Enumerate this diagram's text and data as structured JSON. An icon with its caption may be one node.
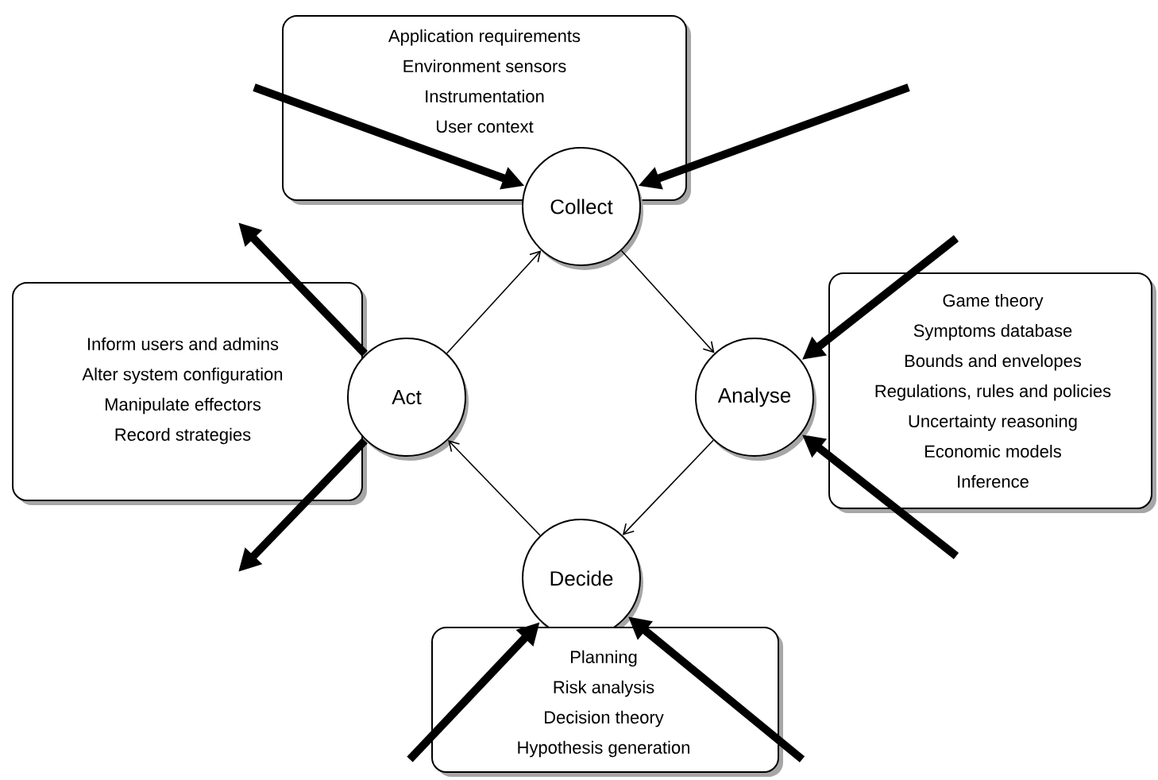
{
  "diagram": {
    "nodes": [
      {
        "text": [
          "Application requirements",
          "Environment sensors",
          "Instrumentation",
          "User context"
        ]
      },
      {
        "text": [
          "Collect"
        ]
      },
      {
        "text": [
          "Inform users and admins",
          "Alter system configuration",
          "Manipulate effectors",
          "Record strategies"
        ]
      },
      {
        "text": [
          "Act"
        ]
      },
      {
        "text": [
          "Analyse"
        ]
      },
      {
        "text": [
          "Game theory",
          "Symptoms database",
          "Bounds and envelopes",
          "Regulations, rules and policies",
          "Uncertainty reasoning",
          "Economic models",
          "Inference"
        ]
      },
      {
        "text": [
          "Decide"
        ]
      },
      {
        "text": [
          "Planning",
          "Risk analysis",
          "Decision theory",
          "Hypothesis generation"
        ]
      }
    ],
    "edges": [
      {
        "from": 1,
        "to": 4,
        "arrow": "to"
      },
      {
        "from": 4,
        "to": 6,
        "arrow": "to"
      },
      {
        "from": 6,
        "to": 3,
        "arrow": "to"
      },
      {
        "from": 3,
        "to": 1,
        "arrow": "to"
      },
      {
        "from": null,
        "to": 1,
        "arrow": "to"
      },
      {
        "from": null,
        "to": 1,
        "arrow": "to"
      },
      {
        "from": null,
        "to": 4,
        "arrow": "to"
      },
      {
        "from": null,
        "to": 4,
        "arrow": "to"
      },
      {
        "from": null,
        "to": 6,
        "arrow": "to"
      },
      {
        "from": null,
        "to": 6,
        "arrow": "to"
      },
      {
        "from": 3,
        "to": null,
        "arrow": "to"
      },
      {
        "from": 3,
        "to": null,
        "arrow": "to"
      }
    ]
  }
}
